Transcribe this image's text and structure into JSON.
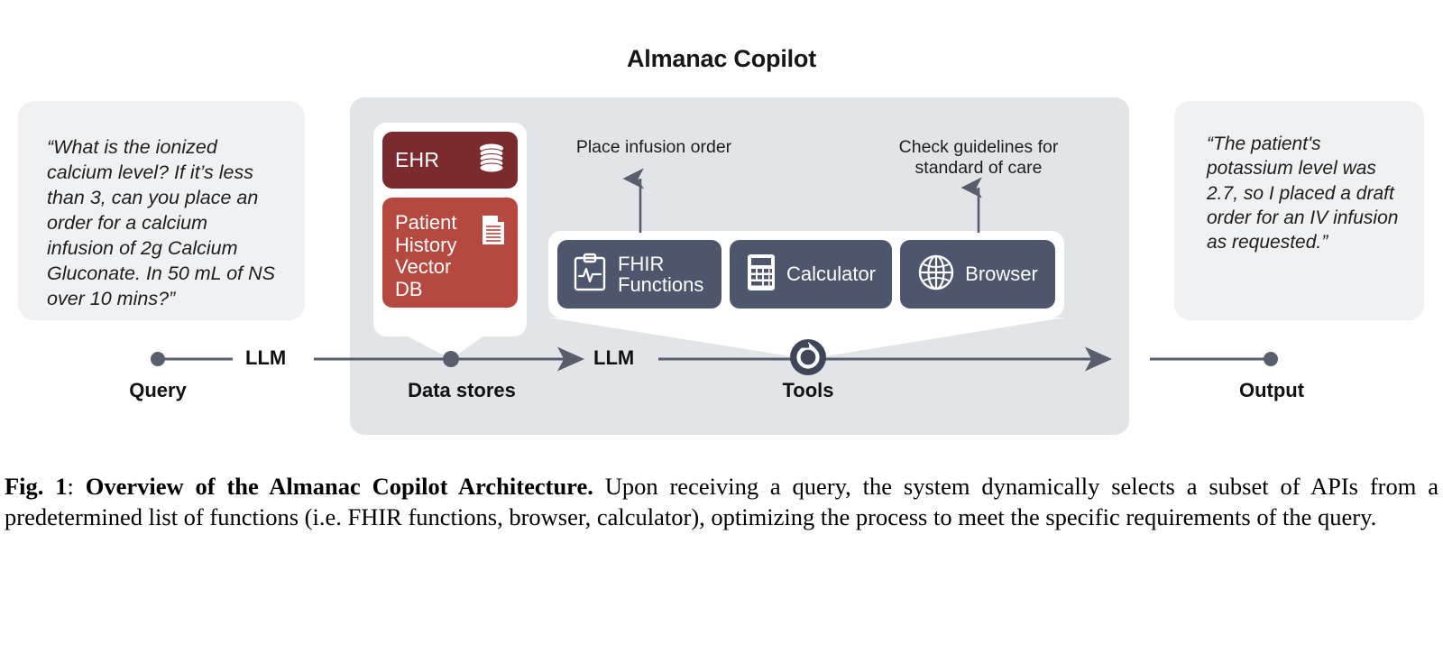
{
  "figure": {
    "title": "Almanac Copilot",
    "query_box": {
      "text": "“What is the ionized calcium level? If it’s less than 3, can you place an order for a calcium infusion of 2g Calcium Gluconate. In 50 mL of NS over 10 mins?”"
    },
    "output_box": {
      "text": "“The patient's potassium level was 2.7, so I placed a draft order for an IV infusion as requested.”"
    },
    "data_stores": {
      "card_label": "Data stores",
      "items": [
        {
          "label": "EHR",
          "icon": "database-icon",
          "color": "#7b2b2d"
        },
        {
          "label": "Patient History Vector DB",
          "icon": "document-icon",
          "color": "#b5483f"
        }
      ]
    },
    "tools": {
      "card_label": "Tools",
      "items": [
        {
          "label": "FHIR Functions",
          "icon": "clipboard-ecg-icon"
        },
        {
          "label": "Calculator",
          "icon": "calculator-icon"
        },
        {
          "label": "Browser",
          "icon": "globe-icon"
        }
      ],
      "node_icon": "refresh-loop-icon"
    },
    "callouts": [
      {
        "name": "place-infusion-order",
        "text": "Place infusion order"
      },
      {
        "name": "check-guidelines",
        "text": "Check guidelines for standard of care"
      }
    ],
    "timeline": {
      "stages": [
        "Query",
        "Data stores",
        "Tools",
        "Output"
      ],
      "llm_labels": [
        "LLM",
        "LLM"
      ]
    },
    "colors": {
      "panel_gray": "#e2e5e8",
      "box_gray": "#f0f1f3",
      "ehr_maroon": "#7b2b2d",
      "vector_db_red": "#b5483f",
      "tool_slate": "#4d566c",
      "line_gray": "#585e6b"
    }
  },
  "caption": {
    "figure_number": "Fig. 1",
    "separator": ": ",
    "bold_title": "Overview of the Almanac Copilot Architecture.",
    "body": " Upon receiving a query, the system dynamically selects a subset of APIs from a predetermined list of functions (i.e. FHIR functions, browser, calculator), optimizing the process to meet the specific requirements of the query."
  }
}
